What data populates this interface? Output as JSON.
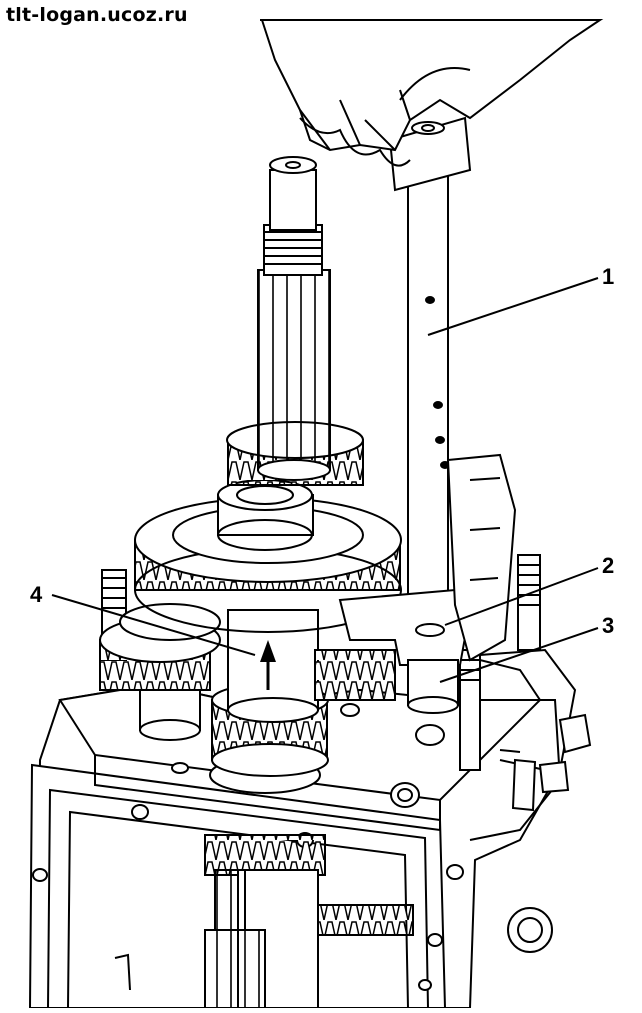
{
  "watermark": "tlt-logan.ucoz.ru",
  "callouts": [
    {
      "id": "1",
      "label": "1"
    },
    {
      "id": "2",
      "label": "2"
    },
    {
      "id": "3",
      "label": "3"
    },
    {
      "id": "4",
      "label": "4"
    }
  ],
  "colors": {
    "ink": "#000000",
    "paper": "#ffffff"
  },
  "icons": [
    "hand-icon",
    "up-arrow-icon"
  ]
}
